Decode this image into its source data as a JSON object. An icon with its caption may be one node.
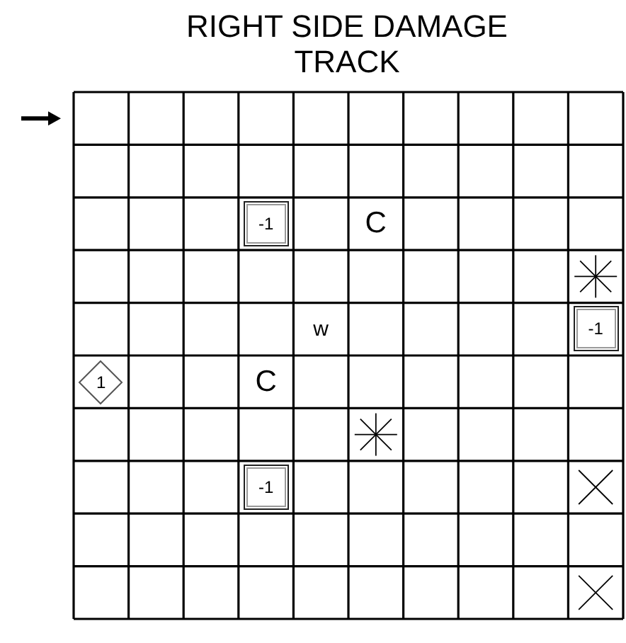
{
  "diagram": {
    "title": "RIGHT SIDE DAMAGE TRACK",
    "nodes": [
      {
        "text": [
          "-1"
        ]
      },
      {
        "text": [
          "-1"
        ]
      },
      {
        "text": [
          "1"
        ]
      },
      {
        "text": [
          "-1"
        ]
      }
    ],
    "labels": [
      "C",
      "w",
      "C"
    ]
  }
}
